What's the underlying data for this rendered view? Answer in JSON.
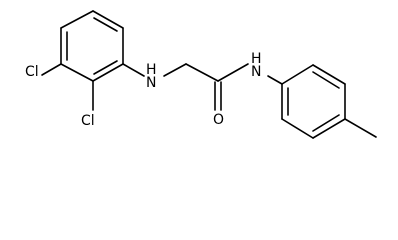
{
  "molecule": {
    "atom_labels": {
      "cl_top": "Cl",
      "cl_bottom": "Cl",
      "amine_nh": "H\nN",
      "carbonyl_o": "O",
      "amide_nh": "H\nN"
    }
  },
  "colors": {
    "bond": "#000000",
    "text": "#000000",
    "background": "#ffffff"
  }
}
